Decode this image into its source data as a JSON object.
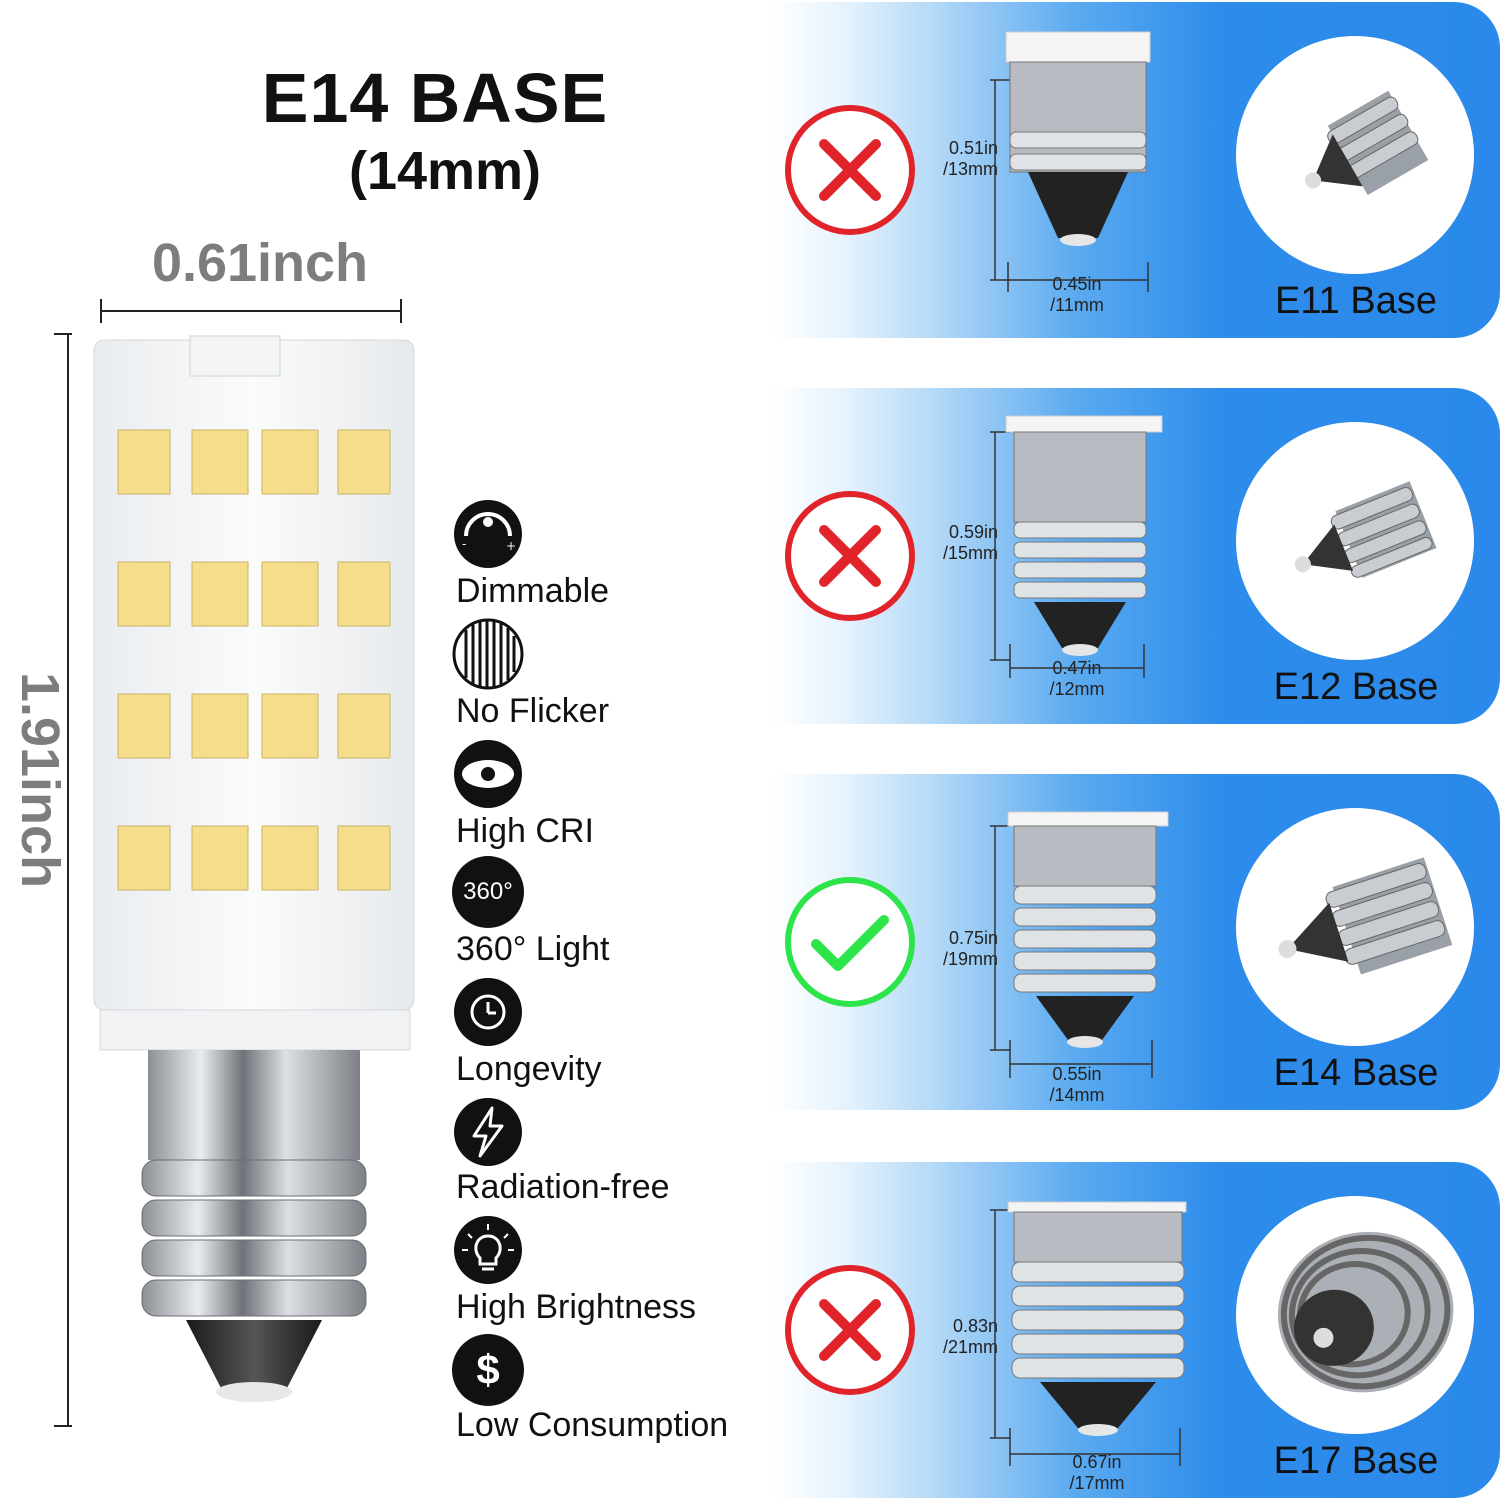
{
  "title": {
    "main": "E14 BASE",
    "sub": "(14mm)"
  },
  "dimensions": {
    "width": "0.61inch",
    "height": "1.91inch"
  },
  "features": [
    {
      "icon": "dimmer-icon",
      "label": "Dimmable"
    },
    {
      "icon": "no-flicker-icon",
      "label": "No Flicker"
    },
    {
      "icon": "eye-icon",
      "label": "High CRI"
    },
    {
      "icon": "360-icon",
      "label": "360° Light",
      "badge": "360°"
    },
    {
      "icon": "clock-icon",
      "label": "Longevity"
    },
    {
      "icon": "lightning-icon",
      "label": "Radiation-free"
    },
    {
      "icon": "bulb-icon",
      "label": "High Brightness"
    },
    {
      "icon": "dollar-icon",
      "label": "Low Consumption",
      "badge": "$"
    }
  ],
  "bases": [
    {
      "name": "E11 Base",
      "height_in": "0.51in",
      "height_mm": "/13mm",
      "width_in": "0.45in",
      "width_mm": "/11mm",
      "compatible": false
    },
    {
      "name": "E12 Base",
      "height_in": "0.59in",
      "height_mm": "/15mm",
      "width_in": "0.47in",
      "width_mm": "/12mm",
      "compatible": false
    },
    {
      "name": "E14 Base",
      "height_in": "0.75in",
      "height_mm": "/19mm",
      "width_in": "0.55in",
      "width_mm": "/14mm",
      "compatible": true
    },
    {
      "name": "E17 Base",
      "height_in": "0.83n",
      "height_mm": "/21mm",
      "width_in": "0.67in",
      "width_mm": "/17mm",
      "compatible": false
    }
  ],
  "colors": {
    "accent_blue": "#2a89ea",
    "cross_red": "#e0242a",
    "check_green": "#2de44a",
    "dimension_gray": "#7d7d7d"
  }
}
